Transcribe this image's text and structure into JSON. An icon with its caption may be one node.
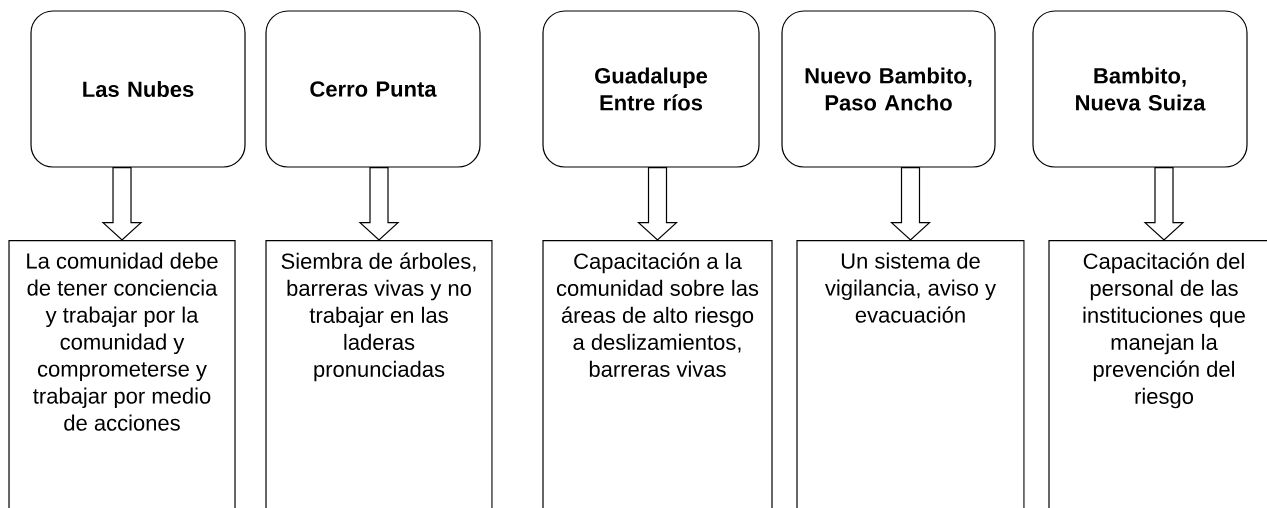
{
  "diagram": {
    "nodes": [
      {
        "text": [
          "Las Nubes"
        ]
      },
      {
        "text": [
          "Cerro Punta"
        ]
      },
      {
        "text": [
          "Guadalupe Entre ríos"
        ]
      },
      {
        "text": [
          "Nuevo Bambito, Paso Ancho"
        ]
      },
      {
        "text": [
          "Bambito, Nueva Suiza"
        ]
      },
      {
        "text": [
          "La comunidad debe de tener conciencia y trabajar por la comunidad y comprometerse y trabajar por medio de acciones"
        ]
      },
      {
        "text": [
          "Siembra de árboles, barreras vivas y no trabajar en las laderas pronunciadas"
        ]
      },
      {
        "text": [
          "Capacitación a la comunidad sobre las áreas  de alto riesgo a deslizamientos, barreras vivas"
        ]
      },
      {
        "text": [
          "Un sistema de vigilancia, aviso y evacuación"
        ]
      },
      {
        "text": [
          "Capacitación del personal de las instituciones que manejan la prevención del riesgo"
        ]
      }
    ],
    "edges": [
      {
        "from": 0,
        "to": 5,
        "arrow": "to"
      },
      {
        "from": 1,
        "to": 6,
        "arrow": "to"
      },
      {
        "from": 2,
        "to": 7,
        "arrow": "to"
      },
      {
        "from": 3,
        "to": 8,
        "arrow": "to"
      },
      {
        "from": 4,
        "to": 9,
        "arrow": "to"
      }
    ]
  }
}
